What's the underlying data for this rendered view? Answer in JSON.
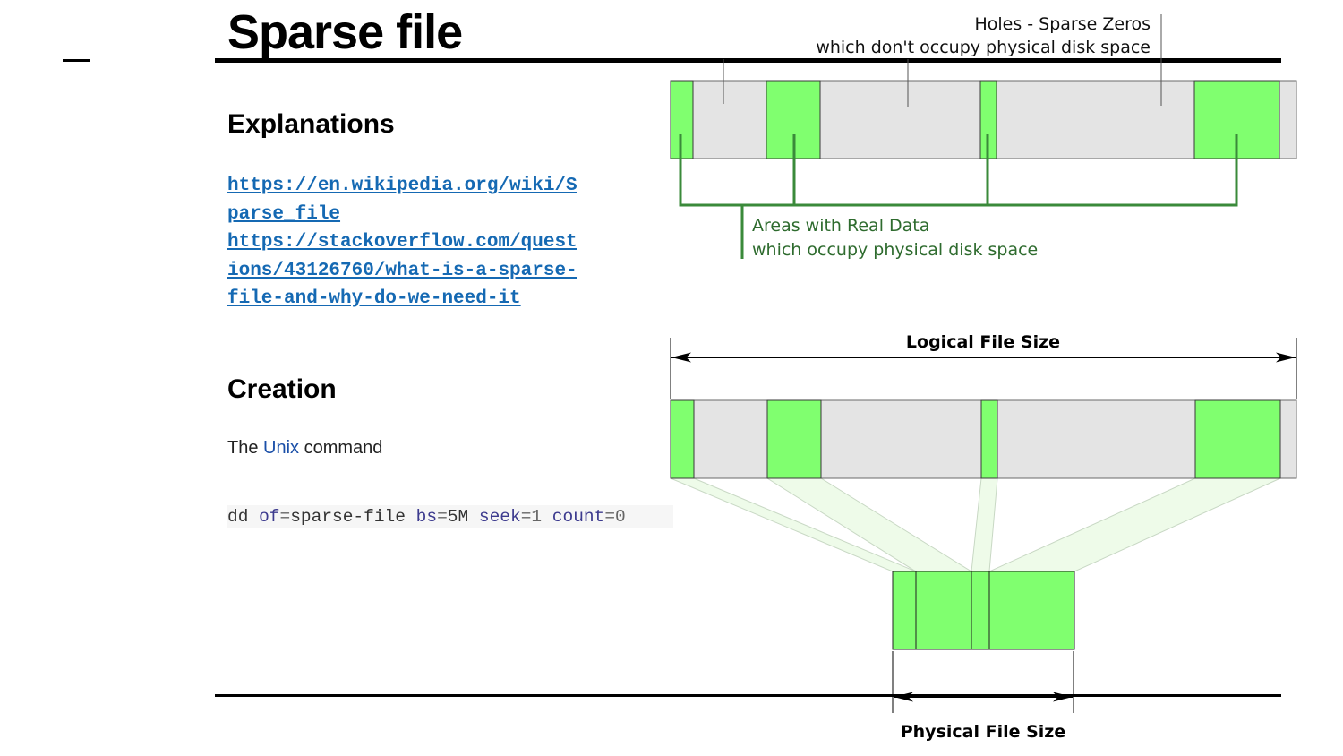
{
  "title": "Sparse file",
  "explanations": {
    "heading": "Explanations",
    "links": [
      "https://en.wikipedia.org/wiki/Sparse_file",
      "https://stackoverflow.com/questions/43126760/what-is-a-sparse-file-and-why-do-we-need-it"
    ]
  },
  "creation": {
    "heading": "Creation",
    "text_before": "The ",
    "text_link": "Unix",
    "text_after": " command",
    "code": {
      "cmd": "dd ",
      "of_key": "of",
      "of_value": "sparse-file",
      "bs_key": "bs",
      "bs_value": "5M",
      "seek_key": "seek",
      "seek_value": "1",
      "count_key": "count",
      "count_value": "0"
    }
  },
  "diagram": {
    "holes_label_line1": "Holes - Sparse Zeros",
    "holes_label_line2": "which don't occupy physical disk space",
    "data_label_line1": "Areas with Real Data",
    "data_label_line2": "which occupy physical disk space",
    "logical_size_label": "Logical File Size",
    "physical_size_label": "Physical File Size",
    "colors": {
      "data": "#80ff6f",
      "hole": "#e4e4e4",
      "data_line": "#3a8a3a",
      "data_text": "#2e6b2e"
    }
  }
}
